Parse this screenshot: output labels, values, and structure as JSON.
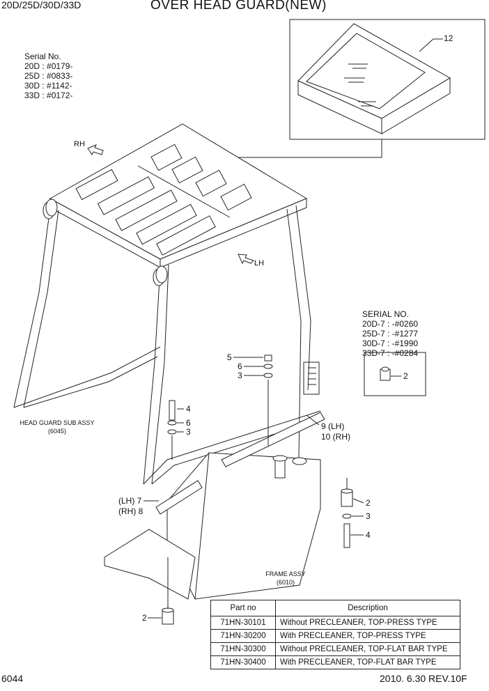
{
  "header": {
    "models": "20D/25D/30D/33D",
    "title": "OVER HEAD GUARD(NEW)"
  },
  "serial_top": {
    "label": "Serial No.",
    "lines": [
      "20D : #0179-",
      "25D : #0833-",
      "30D : #1142-",
      "33D : #0172-"
    ]
  },
  "serial_right": {
    "label": "SERIAL NO.",
    "lines": [
      "20D-7 : -#0260",
      "25D-7 : -#1277",
      "30D-7 : -#1990",
      "33D-7 : -#0284"
    ]
  },
  "directions": {
    "rh": "RH",
    "lh": "LH"
  },
  "assemblies": {
    "head_guard": {
      "name": "HEAD GUARD SUB ASSY",
      "code": "(6045)"
    },
    "frame": {
      "name": "FRAME ASSY",
      "code": "(6010)"
    }
  },
  "callouts": {
    "c12": "12",
    "c5": "5",
    "c6a": "6",
    "c3a": "3",
    "c4a": "4",
    "c6b": "6",
    "c3b": "3",
    "c9": "9 (LH)",
    "c10": "10 (RH)",
    "c7": "(LH) 7",
    "c8": "(RH) 8",
    "c2a": "2",
    "c2b": "2",
    "c3c": "3",
    "c4b": "4",
    "c2c": "2"
  },
  "parts_table": {
    "headers": [
      "Part no",
      "Description"
    ],
    "rows": [
      [
        "71HN-30101",
        "Without PRECLEANER, TOP-PRESS TYPE"
      ],
      [
        "71HN-30200",
        "With PRECLEANER, TOP-PRESS TYPE"
      ],
      [
        "71HN-30300",
        "Without PRECLEANER, TOP-FLAT BAR TYPE"
      ],
      [
        "71HN-30400",
        "With PRECLEANER, TOP-FLAT BAR TYPE"
      ]
    ]
  },
  "footer": {
    "page": "6044",
    "date_rev": "2010. 6.30  REV.10F"
  }
}
